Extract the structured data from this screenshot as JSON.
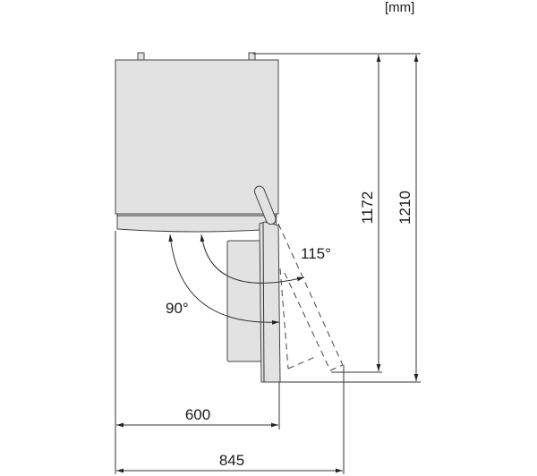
{
  "unit_label": "[mm]",
  "dimensions": {
    "height_door_closed": "1172",
    "height_door_open": "1210",
    "width": "600",
    "width_door_open": "845"
  },
  "angles": {
    "opening_90": "90°",
    "opening_115": "115°"
  },
  "colors": {
    "appliance_fill": "#e2e2e2",
    "line": "#333333"
  }
}
